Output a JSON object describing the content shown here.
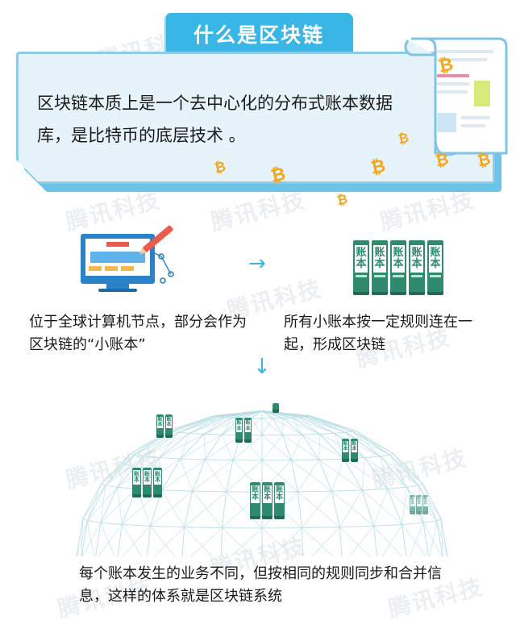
{
  "title": "什么是区块链",
  "intro_text": "区块链本质上是一个去中心化的分布式账本数据库，是比特币的底层技术 。",
  "coin_symbol": "₿",
  "watermark": "腾讯科技",
  "steps": [
    {
      "caption": "位于全球计算机节点，部分会作为区块链的“小账本”"
    },
    {
      "caption": "所有小账本按一定规则连在一起，形成区块链"
    },
    {
      "caption": "每个账本发生的业务不同，但按相同的规则同步和合并信息，这样的体系就是区块链系统"
    }
  ],
  "book_label_top": "账",
  "book_label_bottom": "本",
  "arrows": {
    "right": "→",
    "down": "↓"
  },
  "colors": {
    "title_bg": "#3ab6e6",
    "card_bg": "#e7f3fb",
    "card_border": "#8fcbe9",
    "coin": "#f3a71a",
    "ledger_green": "#2f8a6e",
    "arrow": "#3ab6e6",
    "globe_line": "#b9dde6"
  }
}
